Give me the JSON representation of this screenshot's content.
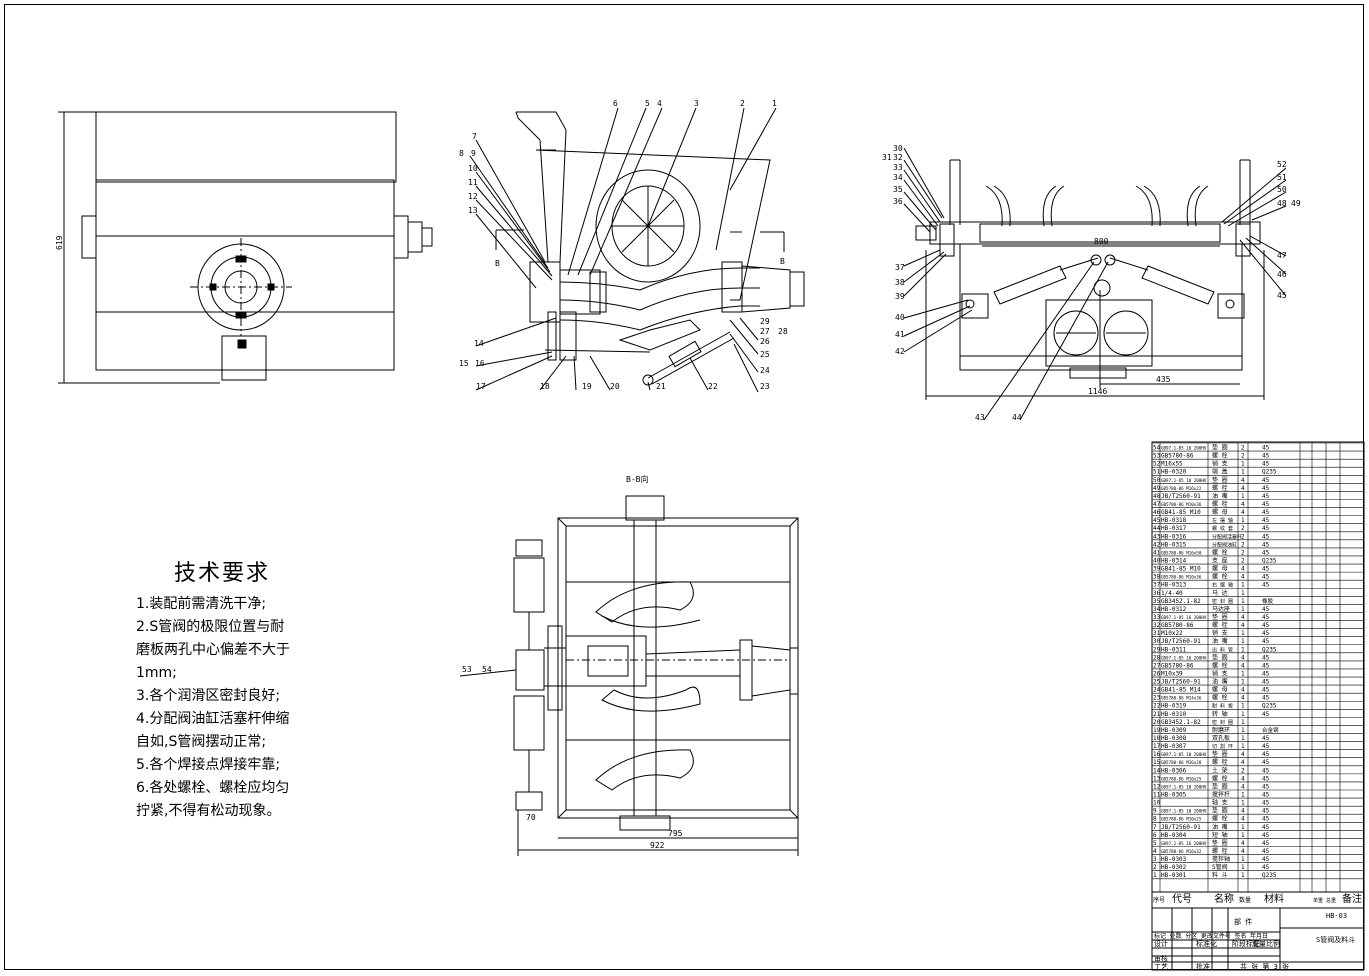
{
  "views": {
    "section_b_label": "B",
    "b_view_title": "B-B向"
  },
  "dimensions": {
    "left_height": "619",
    "rear_width": "1146",
    "rear_top": "800",
    "rear_offset": "435",
    "bottom_inner": "795",
    "bottom_outer": "922",
    "bottom_small": "70"
  },
  "callouts": {
    "section": [
      "6",
      "5",
      "4",
      "3",
      "2",
      "1",
      "7",
      "8",
      "9",
      "10",
      "11",
      "12",
      "13",
      "14",
      "15",
      "16",
      "17",
      "18",
      "19",
      "20",
      "21",
      "22",
      "23",
      "24",
      "25",
      "26",
      "27",
      "28",
      "29"
    ],
    "rear": [
      "30",
      "31",
      "32",
      "33",
      "34",
      "35",
      "36",
      "37",
      "38",
      "39",
      "40",
      "41",
      "42",
      "43",
      "44",
      "45",
      "46",
      "47",
      "48",
      "49",
      "50",
      "51",
      "52"
    ],
    "bview": [
      "53",
      "54"
    ]
  },
  "tech_requirements": {
    "title": "技术要求",
    "lines": [
      "1.装配前需清洗干净;",
      "2.S管阀的极限位置与耐",
      "磨板两孔中心偏差不大于",
      "1mm;",
      "3.各个润滑区密封良好;",
      "4.分配阀油缸活塞杆伸缩",
      "自如,S管阀摆动正常;",
      "5.各个焊接点焊接牢靠;",
      "6.各处螺栓、螺栓应均匀",
      "拧紧,不得有松动现象。"
    ]
  },
  "bom": {
    "headers": [
      "序号",
      "代号",
      "名称",
      "数量",
      "材料",
      "单重",
      "总重",
      "备注"
    ],
    "rows": [
      [
        "54",
        "GB97.1-85 10 200HV",
        "垫 圈",
        "2",
        "45",
        ""
      ],
      [
        "53",
        "GB5780-86",
        "螺 栓",
        "2",
        "45",
        ""
      ],
      [
        "52",
        "M16x55",
        "销 支",
        "1",
        "45",
        ""
      ],
      [
        "51",
        "HB-0320",
        "端 盖",
        "1",
        "Q235",
        ""
      ],
      [
        "50",
        "GB97.1-85 10 200HV",
        "垫 圈",
        "4",
        "45",
        ""
      ],
      [
        "49",
        "GB5780-86 M16x22",
        "螺 栓",
        "4",
        "45",
        ""
      ],
      [
        "48",
        "JB/T2560-91",
        "油 嘴",
        "1",
        "45",
        ""
      ],
      [
        "47",
        "GB5780-86 M10x36",
        "螺 栓",
        "4",
        "45",
        ""
      ],
      [
        "46",
        "GB41-85 M10",
        "螺 母",
        "4",
        "45",
        ""
      ],
      [
        "45",
        "HB-0318",
        "左 摆 轴",
        "1",
        "45",
        ""
      ],
      [
        "44",
        "HB-0317",
        "螺 纹 套",
        "2",
        "45",
        ""
      ],
      [
        "43",
        "HB-0316",
        "分配阀活塞杆",
        "2",
        "45",
        ""
      ],
      [
        "42",
        "HB-0315",
        "分配阀油缸",
        "2",
        "45",
        ""
      ],
      [
        "41",
        "GB5780-86 M16x50",
        "螺 栓",
        "2",
        "45",
        ""
      ],
      [
        "40",
        "HB-0314",
        "支 座",
        "2",
        "Q235",
        ""
      ],
      [
        "39",
        "GB41-85 M10",
        "螺 母",
        "4",
        "45",
        ""
      ],
      [
        "38",
        "GB5780-86 M10x36",
        "螺 栓",
        "4",
        "45",
        ""
      ],
      [
        "37",
        "HB-0313",
        "右 摆 轴",
        "1",
        "45",
        ""
      ],
      [
        "36",
        "1/4-40",
        "马 达",
        "1",
        "",
        ""
      ],
      [
        "35",
        "GB3452.1-82",
        "密 封 圈",
        "1",
        "",
        "橡胶"
      ],
      [
        "34",
        "HB-0312",
        "马达座",
        "1",
        "45",
        ""
      ],
      [
        "33",
        "GB97.1-85 16 200HV",
        "垫 圈",
        "4",
        "45",
        ""
      ],
      [
        "32",
        "GB5780-86",
        "螺 栓",
        "4",
        "45",
        ""
      ],
      [
        "31",
        "M10x22",
        "销 支",
        "1",
        "45",
        ""
      ],
      [
        "30",
        "JB/T2560-91",
        "油 嘴",
        "1",
        "45",
        ""
      ],
      [
        "29",
        "HB-0311",
        "出 料 管",
        "1",
        "Q235",
        ""
      ],
      [
        "28",
        "GB97.1-85 16 200HV",
        "垫 圈",
        "4",
        "45",
        ""
      ],
      [
        "27",
        "GB5780-86",
        "螺 栓",
        "4",
        "45",
        ""
      ],
      [
        "26",
        "M10x39",
        "销 支",
        "1",
        "45",
        ""
      ],
      [
        "25",
        "JB/T2560-91",
        "油 嘴",
        "1",
        "45",
        ""
      ],
      [
        "24",
        "GB41-85 M14",
        "螺 母",
        "4",
        "45",
        ""
      ],
      [
        "23",
        "GB5780-86 M14x36",
        "螺 栓",
        "4",
        "45",
        ""
      ],
      [
        "22",
        "HB-0319",
        "耐 料 板",
        "1",
        "Q235",
        ""
      ],
      [
        "21",
        "HB-0310",
        "转 轴",
        "1",
        "45",
        ""
      ],
      [
        "20",
        "GB3452.1-82",
        "密 封 圈",
        "1",
        "",
        ""
      ],
      [
        "19",
        "HB-0309",
        "耐磨环",
        "1",
        "",
        "合金钢"
      ],
      [
        "18",
        "HB-0308",
        "双孔板",
        "1",
        "45",
        ""
      ],
      [
        "17",
        "HB-0307",
        "切 割 环",
        "1",
        "45",
        ""
      ],
      [
        "16",
        "GB97.1-85 10 200HV",
        "垫 圈",
        "4",
        "45",
        ""
      ],
      [
        "15",
        "GB5780-86 M16x28",
        "螺 栓",
        "4",
        "45",
        ""
      ],
      [
        "14",
        "HB-0306",
        "土 架",
        "2",
        "45",
        ""
      ],
      [
        "13",
        "GB5780-86 M10x25",
        "螺 栓",
        "4",
        "45",
        ""
      ],
      [
        "12",
        "GB97.1-85 10 200HV",
        "垫 圈",
        "4",
        "45",
        ""
      ],
      [
        "11",
        "HB-0305",
        "搅拌杆",
        "1",
        "45",
        ""
      ],
      [
        "10",
        "",
        "轴 支",
        "1",
        "45",
        ""
      ],
      [
        "9",
        "GB97.1-85 10 200HV",
        "垫 圈",
        "4",
        "45",
        ""
      ],
      [
        "8",
        "GB5780-86 M10x25",
        "螺 栓",
        "4",
        "45",
        ""
      ],
      [
        "7",
        "JB/T2560-91",
        "油 嘴",
        "1",
        "45",
        ""
      ],
      [
        "6",
        "HB-0304",
        "短 轴",
        "1",
        "45",
        ""
      ],
      [
        "5",
        "GB97.1-85 16 200HV",
        "垫 圈",
        "4",
        "45",
        ""
      ],
      [
        "4",
        "GB5780-86 M16x32",
        "螺 栓",
        "4",
        "45",
        ""
      ],
      [
        "3",
        "HB-0303",
        "搅拌轴",
        "1",
        "45",
        ""
      ],
      [
        "2",
        "HB-0302",
        "S管阀",
        "1",
        "45",
        ""
      ],
      [
        "1",
        "HB-0301",
        "料 斗",
        "1",
        "Q235",
        ""
      ]
    ]
  },
  "title_block": {
    "part_kind": "部 件",
    "drawing_no": "HB-03",
    "drawing_name": "S管阀及料斗",
    "design": "设计",
    "standard": "标准化",
    "review": "审核",
    "craft": "工艺",
    "approve": "批准",
    "stage_mark": "阶段标记",
    "weight": "重量",
    "scale": "比例",
    "sheet_info": "共 张  第 3 张",
    "revision_row": "标记 处数 分区 更改文件号 签名 年月日"
  }
}
